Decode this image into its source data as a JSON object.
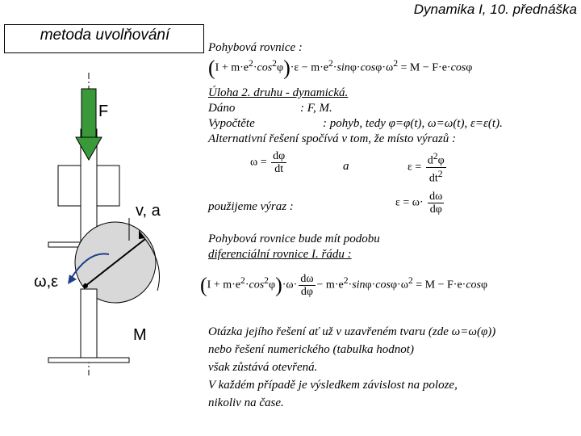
{
  "header": {
    "lecture": "Dynamika I, 10. přednáška",
    "title": "metoda uvolňování"
  },
  "figure": {
    "force_label": "F",
    "velocity_label": "v, a",
    "angle_label": "ω,ε",
    "moment_label": "M"
  },
  "content": {
    "motion_eq_label": "Pohybová rovnice :",
    "task_title": "Úloha 2. druhu - dynamická.",
    "given_label": "Dáno",
    "given_value": ": F, M.",
    "compute_label": "Vypočtěte",
    "compute_value": ": pohyb, tedy φ=φ(t), ω=ω(t), ε=ε(t).",
    "alt_solution": "Alternativní řešení spočívá v tom, že místo výrazů :",
    "and_word": "a",
    "use_expression": "použijeme výraz :",
    "motion_form": "Pohybová rovnice bude mít podobu",
    "diff_eq": "diferenciální rovnice I. řádu :",
    "q_line1": "Otázka jejího řešení ať už v uzavřeném tvaru (zde ω=ω(φ))",
    "q_line2": "nebo řešení numerického (tabulka hodnot)",
    "q_line3": "však zůstává otevřená.",
    "q_line4": "V každém případě je výsledkem závislost na poloze,",
    "q_line5": "nikoliv na čase."
  },
  "colors": {
    "arrow_fill": "#3a9a3a",
    "disk_fill": "#d8d8d8",
    "arc_color": "#1f3d8a"
  }
}
